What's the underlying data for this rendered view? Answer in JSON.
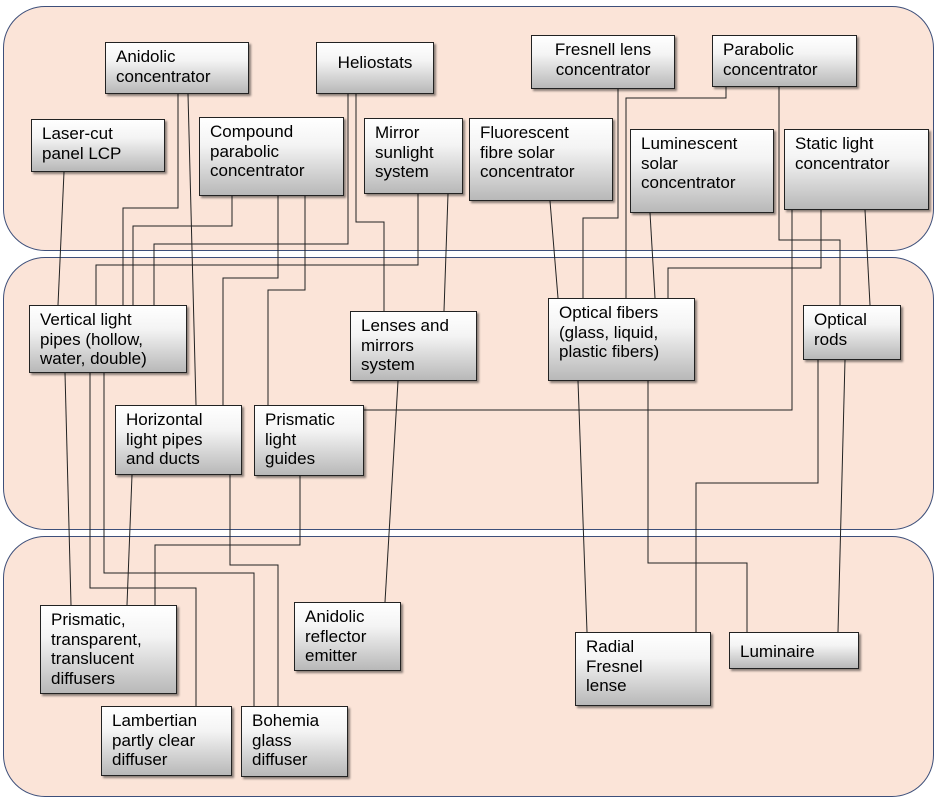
{
  "nodes": {
    "anidolic_concentrator": {
      "label": "Anidolic\nconcentrator"
    },
    "heliostats": {
      "label": "Heliostats"
    },
    "fresnell_lens": {
      "label": "Fresnell lens\nconcentrator"
    },
    "parabolic_concentrator": {
      "label": "Parabolic\nconcentrator"
    },
    "laser_cut_panel": {
      "label": "Laser-cut\npanel LCP"
    },
    "compound_parabolic": {
      "label": "Compound\nparabolic\nconcentrator"
    },
    "mirror_sunlight": {
      "label": "Mirror\nsunlight\nsystem"
    },
    "fluorescent_fibre": {
      "label": "Fluorescent\nfibre solar\nconcentrator"
    },
    "luminescent_solar": {
      "label": "Luminescent\nsolar\nconcentrator"
    },
    "static_light": {
      "label": "Static light\nconcentrator"
    },
    "vertical_light_pipes": {
      "label": "Vertical light\npipes (hollow,\nwater, double)"
    },
    "lenses_mirrors": {
      "label": "Lenses and\nmirrors\nsystem"
    },
    "optical_fibers": {
      "label": "Optical fibers\n(glass, liquid,\nplastic fibers)"
    },
    "optical_rods": {
      "label": "Optical\nrods"
    },
    "horizontal_light_pipes": {
      "label": "Horizontal\nlight pipes\nand ducts"
    },
    "prismatic_light_guides": {
      "label": "Prismatic\nlight\nguides"
    },
    "prismatic_diffusers": {
      "label": "Prismatic,\ntransparent,\ntranslucent\ndiffusers"
    },
    "anidolic_reflector": {
      "label": "Anidolic\nreflector\nemitter"
    },
    "radial_fresnel": {
      "label": "Radial\nFresnel\nlense"
    },
    "luminaire": {
      "label": "Luminaire"
    },
    "lambertian": {
      "label": "Lambertian\npartly clear\ndiffuser"
    },
    "bohemia": {
      "label": "Bohemia\nglass\ndiffuser"
    }
  },
  "colors": {
    "band_fill": "#fbe4d8",
    "band_border": "#3d4f7a",
    "line": "#222222"
  }
}
